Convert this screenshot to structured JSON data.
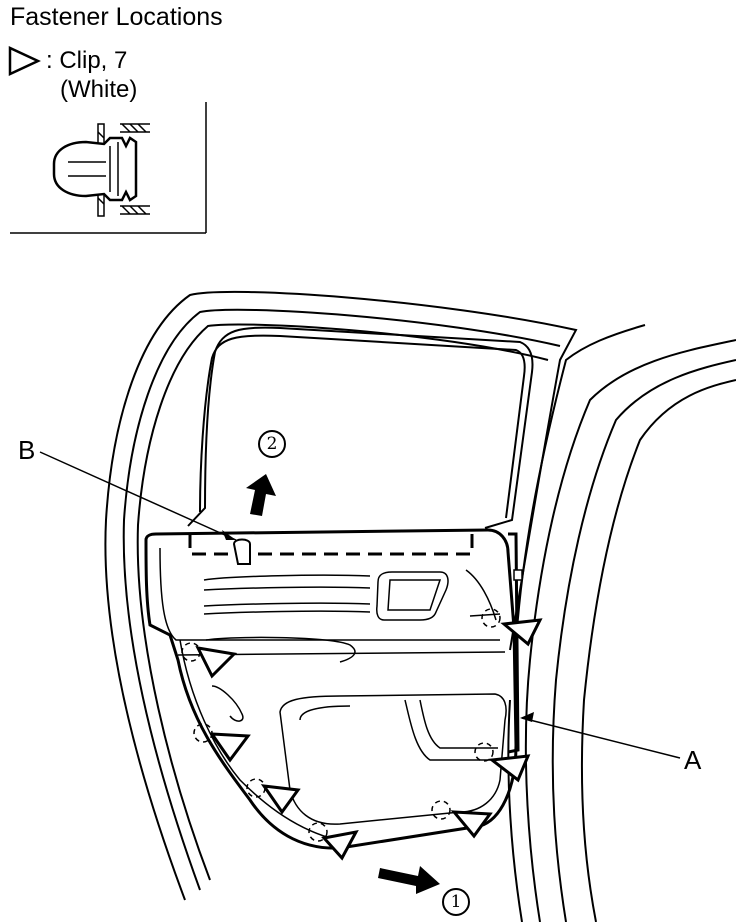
{
  "header": {
    "title": "Fastener Locations"
  },
  "legend": {
    "symbol": "triangle-outline-icon",
    "clip_label": ": Clip, 7",
    "clip_color": "(White)"
  },
  "callouts": {
    "a": "A",
    "b": "B",
    "step1": "1",
    "step2": "2"
  },
  "clips": {
    "count": 7
  }
}
